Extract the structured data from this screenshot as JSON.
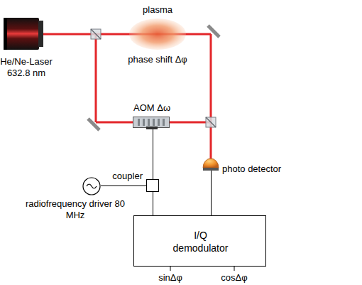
{
  "diagram": {
    "nodes": [
      {
        "text": [
          "plasma",
          "phase shift Δφ"
        ]
      },
      {
        "text": [
          "He/Ne-Laser 632.8 nm"
        ]
      },
      {
        "text": [
          "AOM Δω"
        ]
      },
      {
        "text": [
          "coupler"
        ]
      },
      {
        "text": [
          "photo detector"
        ]
      },
      {
        "text": [
          "radiofrequency driver 80 MHz"
        ]
      },
      {
        "text": [
          "I/Q demodulator"
        ]
      }
    ],
    "edges": [
      {
        "from": 2,
        "to": 3,
        "arrow": "none"
      },
      {
        "from": 5,
        "to": 3,
        "arrow": "none"
      },
      {
        "from": 3,
        "to": 6,
        "arrow": "none"
      },
      {
        "from": 4,
        "to": 6,
        "arrow": "none"
      }
    ],
    "labels": [
      "sinΔφ",
      "cosΔφ"
    ]
  }
}
